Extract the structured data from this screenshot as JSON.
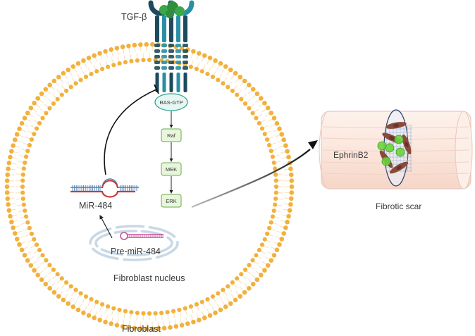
{
  "labels": {
    "tgf_beta": "TGF-β",
    "ras_gtp": "RAS-GTP",
    "raf": "Raf",
    "mek": "MEK",
    "erk": "ERK",
    "mir_484": "MiR-484",
    "pre_mir_484": "Pre-miR-484",
    "fibroblast_nucleus": "Fibroblast nucleus",
    "fibroblast": "Fibroblast",
    "ephrinb2": "EphrinB2",
    "fibrotic_scar": "Fibrotic scar"
  },
  "colors": {
    "membrane_lipid": "#f2b13d",
    "membrane_tail": "#f7d9a6",
    "receptor_dark": "#1d4b5e",
    "receptor_teal": "#2a8fa6",
    "ligand_green": "#3aa84a",
    "ras_fill": "#e6f6f2",
    "ras_stroke": "#2aa391",
    "kinase_fill": "#e8f6dc",
    "kinase_stroke": "#6aa84f",
    "rna_red": "#c83a3a",
    "rna_blue": "#4a7fb5",
    "nucleus": "#c8d8e6",
    "pre_mir": "#c9539b",
    "scar_fill": "#fbe8e0",
    "scar_stroke": "#e8c8bc",
    "cell_green": "#6bd43a",
    "fibro_brown": "#8a4a3a",
    "mesh_blue": "#8aa8d6"
  }
}
